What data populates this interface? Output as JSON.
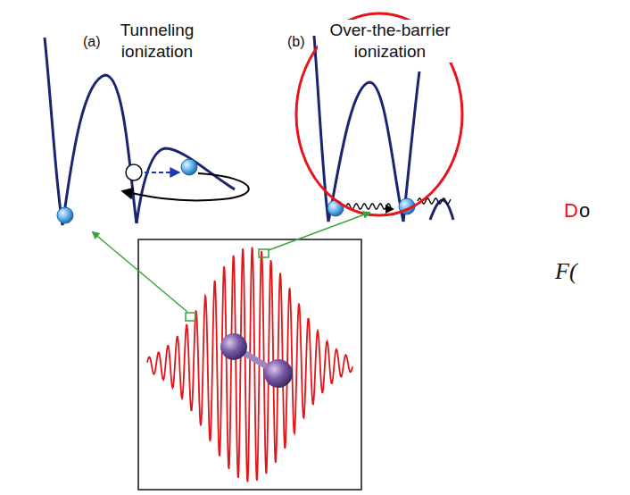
{
  "diagram": {
    "labels": [
      "(a)",
      "Tunneling ionization",
      "(b)",
      "Over-the-barrier ionization",
      "D",
      "o",
      "F("
    ]
  }
}
